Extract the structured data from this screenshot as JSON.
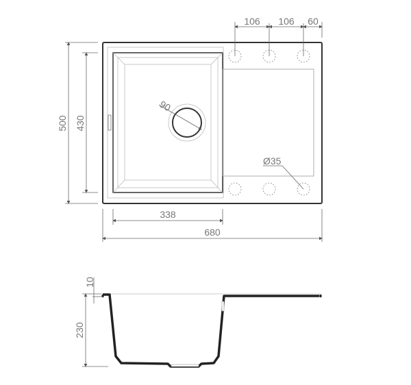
{
  "drawing": {
    "top_view": {
      "dims": {
        "hole_spacing_1": "106",
        "hole_spacing_2": "106",
        "hole_edge": "60",
        "total_depth": "500",
        "bowl_depth": "430",
        "bowl_width": "338",
        "total_width": "680",
        "drain_diameter": "90",
        "tap_hole_diameter": "Ø35"
      }
    },
    "section_view": {
      "dims": {
        "rim_thickness": "10",
        "bowl_height": "230"
      }
    },
    "colors": {
      "line": "#333333",
      "dimension": "#666666",
      "text": "#777777"
    }
  }
}
